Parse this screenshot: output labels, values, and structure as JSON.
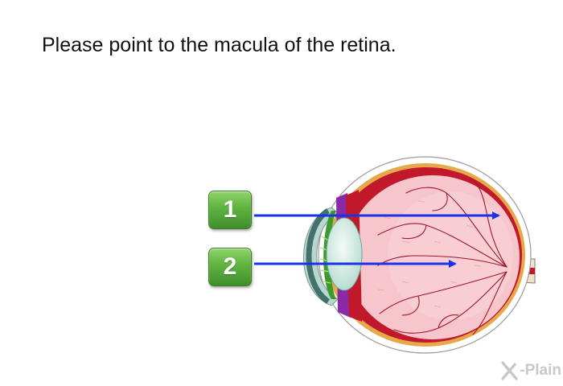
{
  "question": {
    "text": "Please point to the macula of the retina."
  },
  "options": [
    {
      "label": "1"
    },
    {
      "label": "2"
    }
  ],
  "brand": {
    "text": "-Plain",
    "icon": "x-plain-logo-icon"
  },
  "colors": {
    "button_green": "#5fb341",
    "arrow_blue": "#1a33e6",
    "eye_pink": "#f7c5cc",
    "eye_red": "#c2182b"
  }
}
